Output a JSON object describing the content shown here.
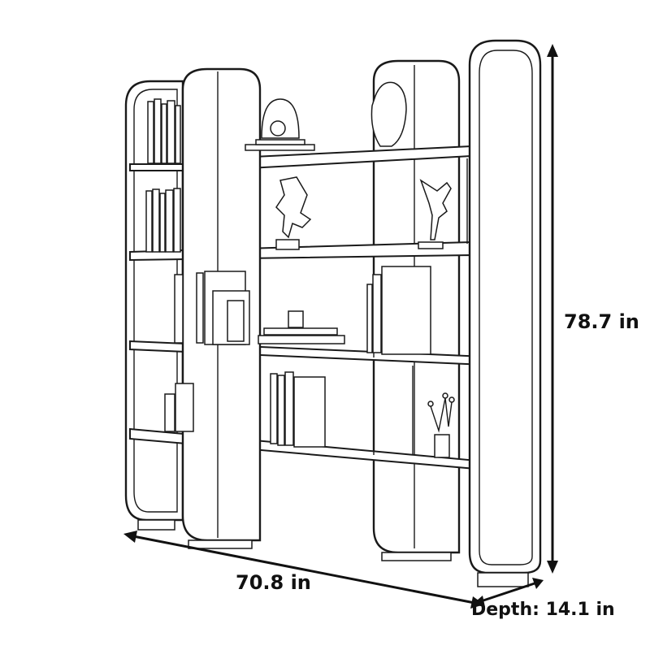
{
  "dimensions": {
    "height": "78.7 in",
    "width": "70.8 in",
    "depth": "Depth: 14.1 in"
  }
}
